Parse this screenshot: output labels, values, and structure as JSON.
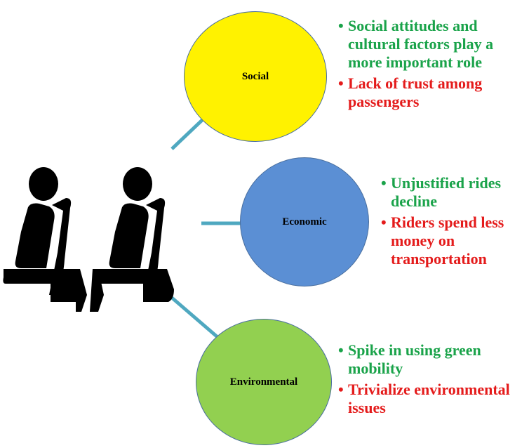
{
  "colors": {
    "social": "#fff200",
    "economic": "#5b8fd4",
    "environmental": "#92d050",
    "connector": "#4fa8c0",
    "positive": "#1aa34a",
    "negative": "#e41b1b",
    "figure": "#000000"
  },
  "icon": "two-seated-passengers-icon",
  "social": {
    "label": "Social",
    "points": [
      {
        "text": "Social attitudes and cultural factors play a more important role",
        "tone": "positive"
      },
      {
        "text": "Lack of trust among passengers",
        "tone": "negative"
      }
    ]
  },
  "economic": {
    "label": "Economic",
    "points": [
      {
        "text": "Unjustified rides decline",
        "tone": "positive"
      },
      {
        "text": "Riders spend less money on transportation",
        "tone": "negative"
      }
    ]
  },
  "environmental": {
    "label": "Environmental",
    "points": [
      {
        "text": "Spike in using green mobility",
        "tone": "positive"
      },
      {
        "text": "Trivialize environmental issues",
        "tone": "negative"
      }
    ]
  }
}
